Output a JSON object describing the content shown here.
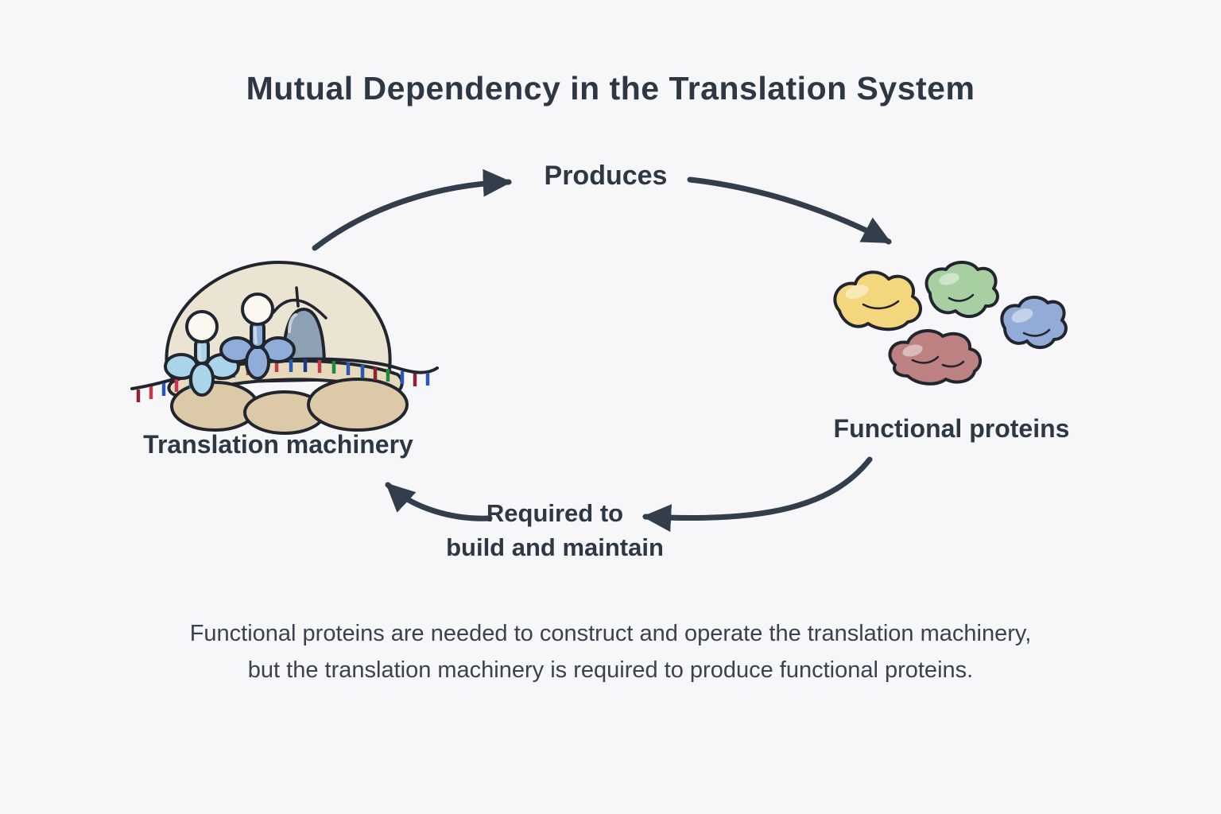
{
  "title": "Mutual Dependency in the Translation System",
  "cycle": {
    "produces_label": "Produces",
    "required_line1": "Required to",
    "required_line2": "build and maintain"
  },
  "nodes": {
    "machinery_label": "Translation machinery",
    "proteins_label": "Functional proteins"
  },
  "caption": {
    "line1": "Functional proteins are needed to construct and operate the translation machinery,",
    "line2": "but the translation machinery is required to produce functional proteins."
  },
  "colors": {
    "background": "#f7f7f9",
    "text": "#2e3845",
    "arrow": "#333e4d",
    "outline": "#21252e",
    "ribosome_large_subunit": "#ece4d2",
    "ribosome_small_subunit": "#dbc9a7",
    "ribosome_band": "#e7dabc",
    "ribosome_tunnel": "#8da0b4",
    "trna_light_blue": "#a9d4e9",
    "trna_medium_blue": "#8fadd8",
    "protein_yellow": "#f4d77c",
    "protein_green": "#a8cfa1",
    "protein_blue": "#92abd7",
    "protein_red": "#bd8181",
    "mrna_tick_palette": [
      "#8e2433",
      "#c23a4e",
      "#2d57b5",
      "#1b3a8f",
      "#1f8a3d",
      "#d6ce45"
    ]
  }
}
